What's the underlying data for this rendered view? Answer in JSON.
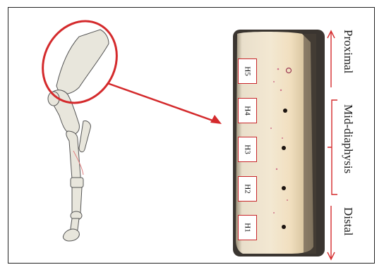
{
  "figure": {
    "hole_labels": [
      "H5",
      "H4",
      "H3",
      "H2",
      "H1"
    ],
    "region_labels": {
      "proximal": "Proximal",
      "mid": "Mid-diaphysis",
      "distal": "Distal"
    },
    "colors": {
      "annotation_red": "#d42a2c",
      "label_border": "#c8262a",
      "bone_fill": "#e8e6dc",
      "bone_outline": "#555555",
      "sample_fill": "#f1e3c8"
    },
    "icons": {
      "limb": "horse-forelimb-skeleton",
      "highlight": "red-ellipse",
      "pointer": "red-arrow"
    }
  }
}
